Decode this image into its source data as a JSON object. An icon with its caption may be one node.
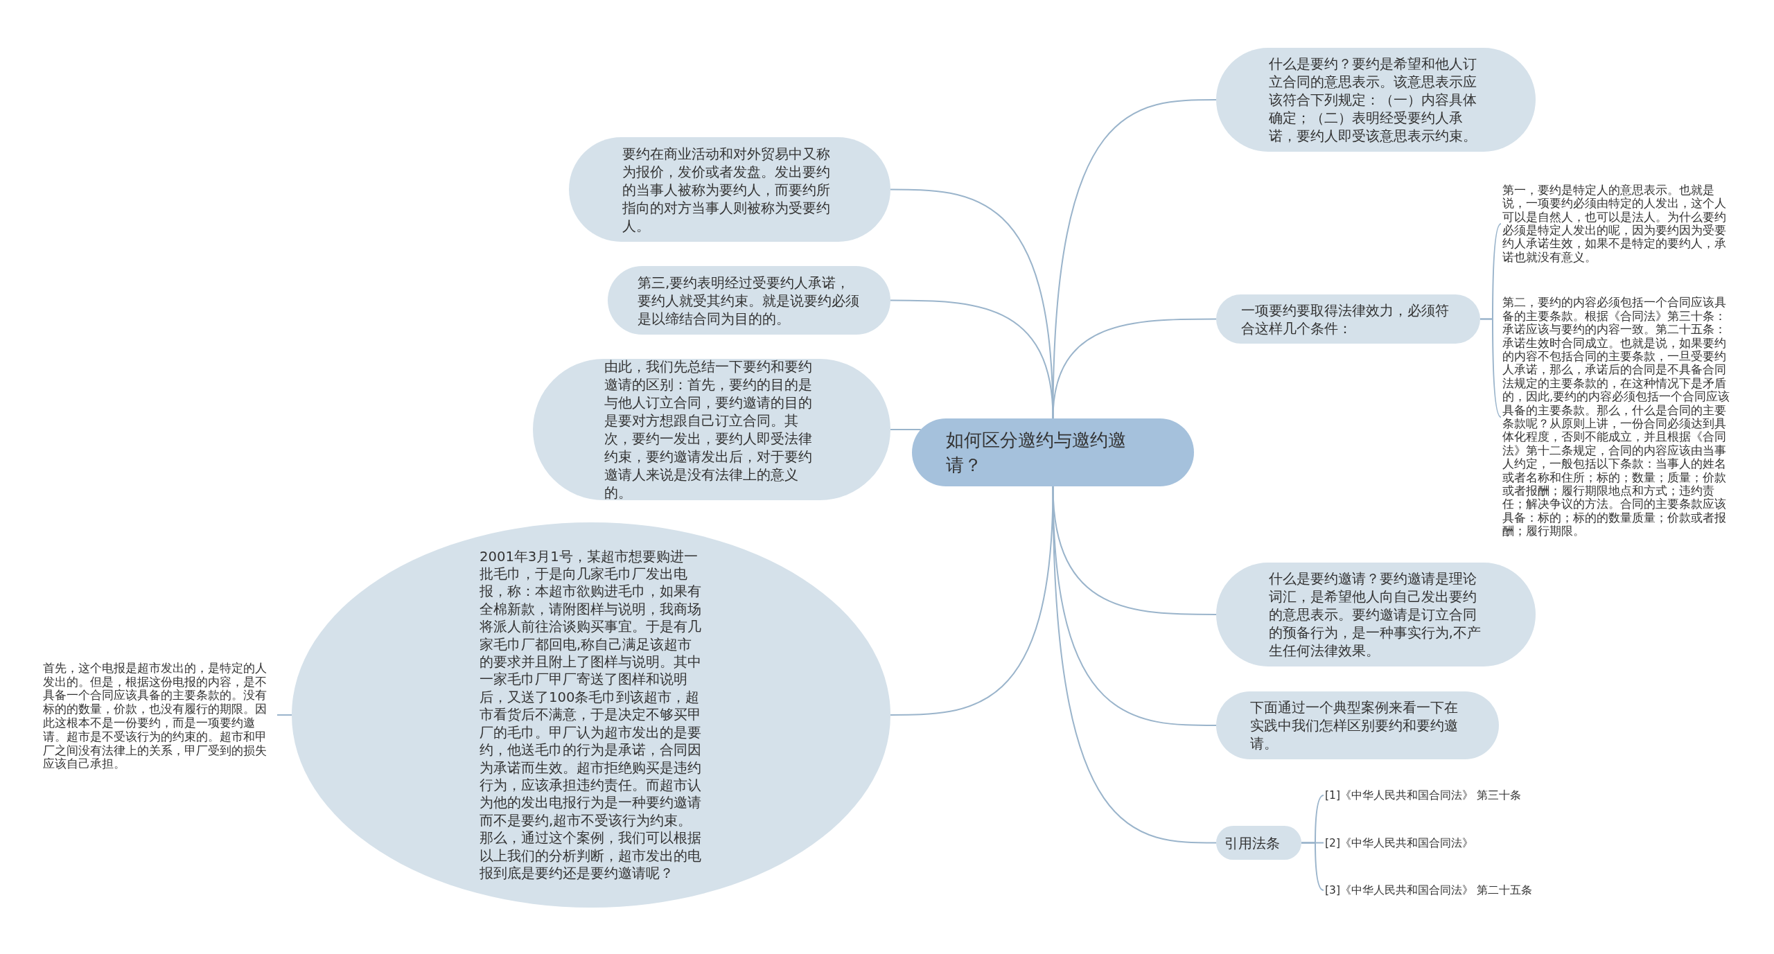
{
  "diagram": {
    "nodes": [
      {
        "text": [
          "如何区分邀约与邀约邀请？"
        ]
      },
      {
        "text": [
          "什么是要约？要约是希望和他人订立合同的意思表示。该意思表示应该符合下列规定：（一）内容具体确定；（二）表明经受要约人承诺，要约人即受该意思表示约束。"
        ]
      },
      {
        "text": [
          "一项要约要取得法律效力，必须符合这样几个条件："
        ]
      },
      {
        "text": [
          "第一，要约是特定人的意思表示。也就是说，一项要约必须由特定的人发出，这个人可以是自然人，也可以是法人。为什么要约必须是特定人发出的呢，因为要约因为受要约人承诺生效，如果不是特定的要约人，承诺也就没有意义。"
        ]
      },
      {
        "text": [
          "第二，要约的内容必须包括一个合同应该具备的主要条款。根据《合同法》第三十条：承诺应该与要约的内容一致。第二十五条：承诺生效时合同成立。也就是说，如果要约的内容不包括合同的主要条款，一旦受要约人承诺，那么，承诺后的合同是不具备合同法规定的主要条款的，在这种情况下是矛盾的，因此,要约的内容必须包括一个合同应该具备的主要条款。那么，什么是合同的主要条款呢？从原则上讲，一份合同必须达到具体化程度，否则不能成立，并且根据《合同法》第十二条规定，合同的内容应该由当事人约定，一般包括以下条款：当事人的姓名或者名称和住所；标的；数量；质量；价款或者报酬；履行期限地点和方式；违约责任；解决争议的方法。合同的主要条款应该具备：标的；标的的数量质量；价款或者报酬；履行期限。"
        ]
      },
      {
        "text": [
          "什么是要约邀请？要约邀请是理论词汇，是希望他人向自己发出要约的意思表示。要约邀请是订立合同的预备行为，是一种事实行为,不产生任何法律效果。"
        ]
      },
      {
        "text": [
          "下面通过一个典型案例来看一下在实践中我们怎样区别要约和要约邀请。"
        ]
      },
      {
        "text": [
          "引用法条"
        ]
      },
      {
        "text": [
          "[1]《中华人民共和国合同法》 第三十条"
        ]
      },
      {
        "text": [
          "[2]《中华人民共和国合同法》"
        ]
      },
      {
        "text": [
          "[3]《中华人民共和国合同法》 第二十五条"
        ]
      },
      {
        "text": [
          "要约在商业活动和对外贸易中又称为报价，发价或者发盘。发出要约的当事人被称为要约人，而要约所指向的对方当事人则被称为受要约人。"
        ]
      },
      {
        "text": [
          "第三,要约表明经过受要约人承诺，要约人就受其约束。就是说要约必须是以缔结合同为目的的。"
        ]
      },
      {
        "text": [
          "由此，我们先总结一下要约和要约邀请的区别：首先，要约的目的是与他人订立合同，要约邀请的目的是要对方想跟自己订立合同。其次，要约一发出，要约人即受法律约束，要约邀请发出后，对于要约邀请人来说是没有法律上的意义的。"
        ]
      },
      {
        "text": [
          "2001年3月1号，某超市想要购进一批毛巾，于是向几家毛巾厂发出电报，称：本超市欲购进毛巾，如果有全棉新款，请附图样与说明，我商场将派人前往洽谈购买事宜。于是有几家毛巾厂都回电,称自己满足该超市的要求并且附上了图样与说明。其中一家毛巾厂甲厂寄送了图样和说明后，又送了100条毛巾到该超市，超市看货后不满意，于是决定不够买甲厂的毛巾。甲厂认为超市发出的是要约，他送毛巾的行为是承诺，合同因为承诺而生效。超市拒绝购买是违约行为，应该承担违约责任。而超市认为他的发出电报行为是一种要约邀请而不是要约,超市不受该行为约束。那么，通过这个案例，我们可以根据以上我们的分析判断，超市发出的电报到底是要约还是要约邀请呢？"
        ]
      },
      {
        "text": [
          "首先，这个电报是超市发出的，是特定的人发出的。但是，根据这份电报的内容，是不具备一个合同应该具备的主要条款的。没有标的的数量，价款，也没有履行的期限。因此这根本不是一份要约，而是一项要约邀请。超市是不受该行为的约束的。超市和甲厂之间没有法律上的关系，甲厂受到的损失应该自己承担。"
        ]
      }
    ],
    "edges": [
      {
        "from": 0,
        "to": 1,
        "arrow": "none"
      },
      {
        "from": 0,
        "to": 2,
        "arrow": "none"
      },
      {
        "from": 2,
        "to": 3,
        "arrow": "none"
      },
      {
        "from": 2,
        "to": 4,
        "arrow": "none"
      },
      {
        "from": 0,
        "to": 5,
        "arrow": "none"
      },
      {
        "from": 0,
        "to": 6,
        "arrow": "none"
      },
      {
        "from": 0,
        "to": 7,
        "arrow": "none"
      },
      {
        "from": 7,
        "to": 8,
        "arrow": "none"
      },
      {
        "from": 7,
        "to": 9,
        "arrow": "none"
      },
      {
        "from": 7,
        "to": 10,
        "arrow": "none"
      },
      {
        "from": 0,
        "to": 11,
        "arrow": "none"
      },
      {
        "from": 0,
        "to": 12,
        "arrow": "none"
      },
      {
        "from": 0,
        "to": 13,
        "arrow": "none"
      },
      {
        "from": 0,
        "to": 14,
        "arrow": "none"
      },
      {
        "from": 14,
        "to": 15,
        "arrow": "none"
      }
    ]
  }
}
